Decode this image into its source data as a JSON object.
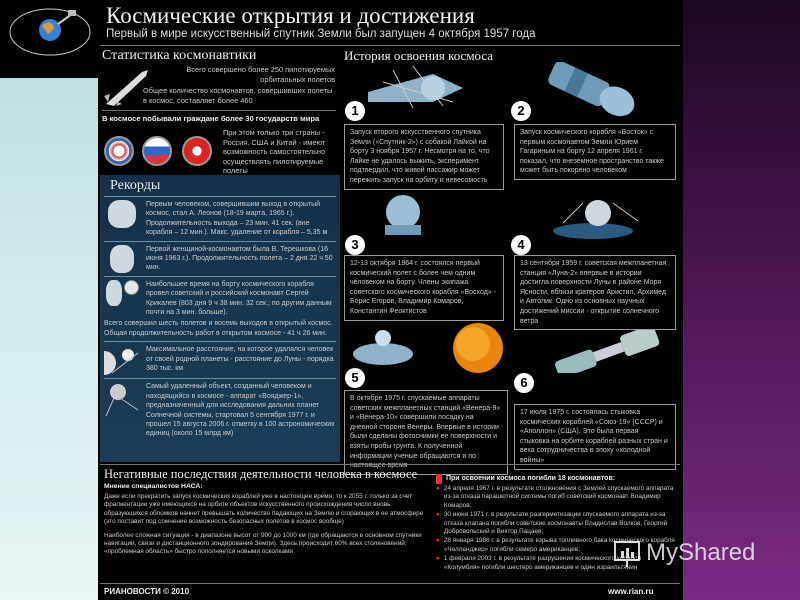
{
  "header": {
    "title": "Космические открытия и достижения",
    "subtitle": "Первый в мире искусственный спутник Земли был запущен 4 октября 1957 года"
  },
  "stats": {
    "title": "Статистика космонавтики",
    "items": [
      "Всего совершено более 250 пилотируемых орбитальных полетов",
      "Общее количество космонавтов, совершивших полеты в космос, составляет более 460"
    ],
    "countries_title": "В космосе побывали граждане более 30 государств мира",
    "countries_text": "При этом только три страны - Россия, США и Китай - имеют возможность самостоятельно осуществлять пилотируемые полеты"
  },
  "records": {
    "title": "Рекорды",
    "items": [
      "Первым человеком, совершившим выход в открытый космос, стал А. Леонов (18-19 марта, 1965 г.). Продолжительность выхода – 23 мин. 41 сек. (вне корабля – 12 мин.). Макс. удаление от корабля – 5,35 м",
      "Первой женщиной-космонавтом была В. Терешкова (16 июня 1963 г.). Продолжительность полета – 2 дня 22 ч 50 мин.",
      "Наибольшее время на борту космического корабля провел советский и российский космонавт Сергей Крикалев (803 дня 9 ч 38 мин. 32 сек.; по другим данным почти на 3 мин. больше).",
      "Всего совершил шесть полетов и восемь выходов в открытый космос. Общая продолжительность работ в открытом космосе - 41 ч 26 мин.",
      "Максимальное расстояние, на которое удалялся человек от своей родной планеты - расстояние до Луны - порядка 380 тыс. км",
      "Самый удаленный объект, созданный человеком и находящийся в космосе - аппарат «Вояджер-1», предназначенный для исследования дальних планет Солнечной системы, стартовал 5 сентября 1977 г. и прошел 15 августа 2006 г. отметку в 100 астрономических единиц (около 15 млрд км)"
    ]
  },
  "history": {
    "title": "История освоения космоса",
    "items": [
      {
        "num": "1",
        "text": "Запуск второго искусственного спутника Земли («Спутник-2») с собакой Лайкой на борту 3 ноября 1957 г. Несмотря на то, что Лайке не удалось выжить, эксперимент подтвердил, что живой пассажир может пережить запуск на орбиту и невесомость"
      },
      {
        "num": "2",
        "text": "Запуск космического корабля «Восток» с первым космонавтом Земли Юрием Гагариным на борту 12 апреля 1961 г. показал, что внеземное пространство также может быть покорено человеком"
      },
      {
        "num": "3",
        "text": "12-13 октября 1964 г. состоялся первый космический полет с более чем одним человеком на борту. Члены экипажа советского космического корабля «Восход» - Борис Егоров, Владимир Комаров, Константин Феоктистов"
      },
      {
        "num": "4",
        "text": "13 сентября 1959 г. советская межпланетная станция «Луна-2» впервые в истории достигла поверхности Луны в районе Моря Ясности, вблизи кратеров Аристил, Архимед и Автолик. Одно из основных научных достижений миссии - открытие солнечного ветра"
      },
      {
        "num": "5",
        "text": "В октябре 1975 г. спускаемые аппараты советских межпланетных станций «Венера-9» и «Венера-10» совершили посадку на дневной стороне Венеры. Впервые в истории были сделаны фотоснимки ее поверхности и взяты пробы грунта. К полученной информации ученые обращаются и по настоящее время"
      },
      {
        "num": "6",
        "text": "17 июля 1975 г. состоялась стыковка космических кораблей «Союз-19» (СССР) и «Аполлон» (США). Это была первая стыковка на орбите кораблей разных стран и веха сотрудничества в эпоху «холодной войны»"
      }
    ]
  },
  "negative": {
    "title": "Негативные последствия деятельности человека в космосе",
    "subtitle": "Мнение специалистов НАСА:",
    "paragraphs": [
      "Даже если прекратить запуск космических кораблей уже в настоящее время, то к 2055 г. только за счет фрагментации уже имеющихся на орбите объектов искусственного происхождения число вновь образующихся обломков начнет превышать количество падающих на Землю и сгорающих в ее атмосфере (это поставит под сомнение возможность безопасных полетов в космос вообще)",
      "Наиболее сложная ситуация - в диапазоне высот от 900 до 1000 км (где обращаются в основном спутники навигации, связи и дистанционного зондирования Земли). Здесь происходит 60% всех столкновений; «проблемная область» быстро пополняется новыми осколками"
    ]
  },
  "deaths": {
    "title": "При освоении космоса погибли 18 космонавтов:",
    "items": [
      "24 апреля 1967 г. в результате столкновения с Землей спускаемого аппарата из-за отказа парашютной системы погиб советский космонавт Владимир Комаров;",
      "30 июня 1971 г. в результате разгерметизации спускаемого аппарата из-за отказа клапана погибли советские космонавты Владислав Волков, Георгий Добровольский и Виктор Пацаев;",
      "28 января 1986 г. в результате взрыва топливного бака космического корабля «Челленджер» погибли семеро американцев;",
      "1 февраля 2003 г. в результате разрушения космического корабля «Колумбия» погибли шестеро американцев и один израильтянин"
    ]
  },
  "footer": {
    "brand": "РИАНОВОСТИ © 2010",
    "url": "www.rian.ru"
  },
  "watermark": {
    "text": "MyShared"
  },
  "colors": {
    "records_bg": "#17344a",
    "accent_red": "#e33333",
    "right_strip": "#7a2a84",
    "left_strip": "#c8e6e8"
  }
}
